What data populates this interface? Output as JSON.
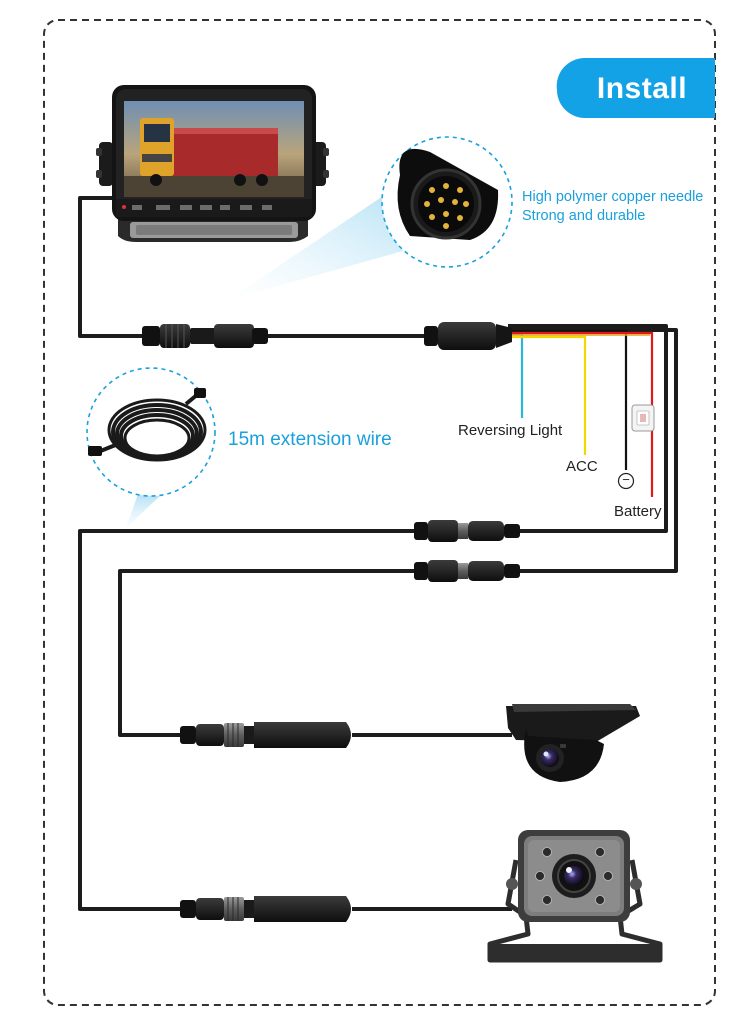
{
  "header": {
    "title": "Install",
    "accent_color": "#1aa3e8"
  },
  "callouts": {
    "connector_note_line1": "High polymer copper needle",
    "connector_note_line2": "Strong and durable",
    "extension_wire": "15m extension wire"
  },
  "wire_labels": {
    "reversing_light": "Reversing Light",
    "acc": "ACC",
    "negative_symbol": "−",
    "battery": "Battery"
  },
  "wire_colors": {
    "main_cable": "#1c1c1c",
    "reversing_light": "#2ab8d8",
    "acc": "#f2d800",
    "negative": "#111111",
    "battery": "#e01818",
    "dashed_frame": "#333333"
  },
  "icons": {
    "monitor": "monitor-icon",
    "aviation_connector": "aviation-connector-icon",
    "cable_coil": "cable-coil-icon",
    "fuse": "fuse-icon",
    "side_camera": "side-camera-icon",
    "rear_camera": "rear-camera-icon"
  }
}
